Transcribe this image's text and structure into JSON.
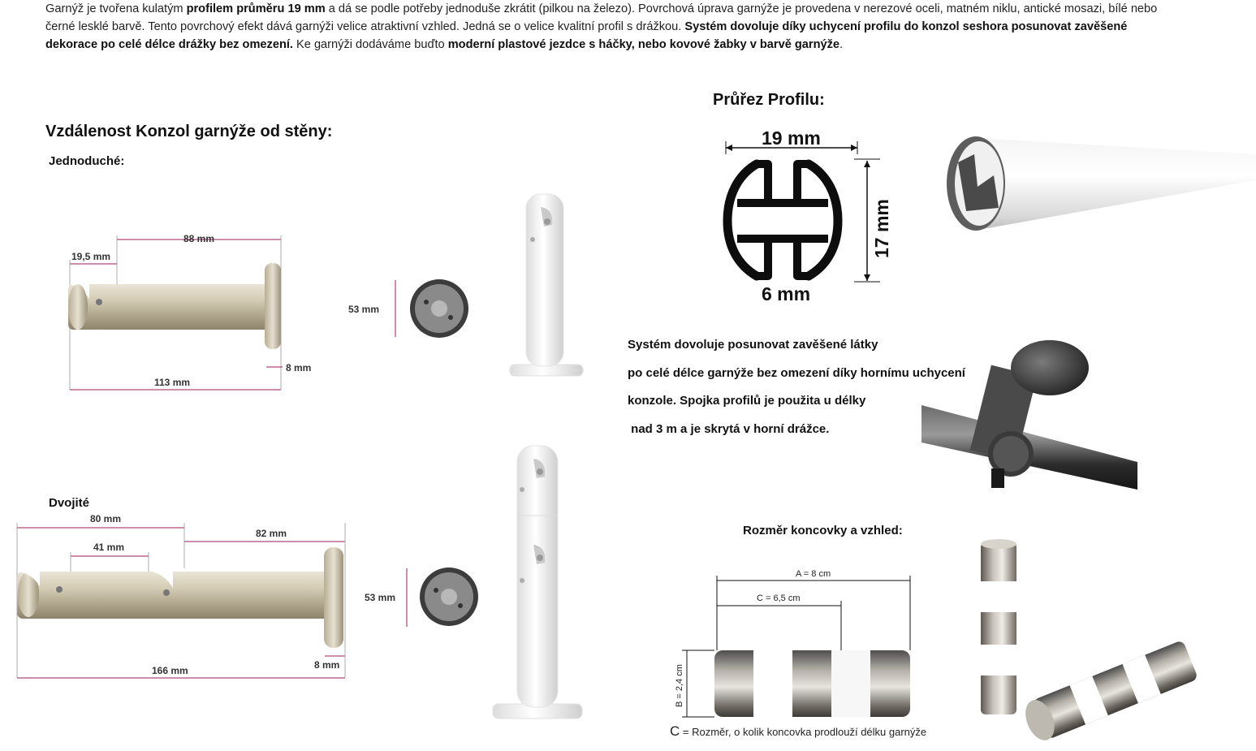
{
  "intro": {
    "p1": "Garnýž je tvořena kulatým ",
    "b1": "profilem průměru 19 mm",
    "p2": " a dá se podle potřeby jednoduše zkrátit (pilkou na železo). Povrchová úprava garnýže je provedena v nerezové oceli, matném niklu, antické mosazi, bílé nebo černé lesklé barvě. Tento povrchový efekt dává garnýži velice atraktivní vzhled. Jedná se o velice kvalitní profil s drážkou. ",
    "b2": "Systém dovoluje díky uchycení profilu do konzol seshora posunovat zavěšené dekorace po celé délce drážky bez omezení.",
    "p3": " Ke garnýži dodáváme buďto ",
    "b3": "moderní plastové jezdce s háčky, nebo kovové žabky v barvě garnýže",
    "p4": "."
  },
  "distance": {
    "title": "Vzdálenost Konzol garnýže od stěny:",
    "single_label": "Jednoduché:",
    "double_label": "Dvojité",
    "single_dims": {
      "d1": "88 mm",
      "d2": "19,5 mm",
      "d3": "113 mm",
      "d4": "8 mm",
      "d5": "53 mm"
    },
    "double_dims": {
      "d1": "80 mm",
      "d2": "82 mm",
      "d3": "41 mm",
      "d4": "166 mm",
      "d5": "8 mm",
      "d6": "53 mm"
    }
  },
  "profile": {
    "title": "Průřez Profilu:",
    "width": "19 mm",
    "height": "17 mm",
    "slot": "6 mm"
  },
  "system": {
    "line1": "Systém dovoluje posunovat zavěšené látky",
    "line2": "po celé délce garnýže bez omezení díky hornímu uchycení",
    "line3": "konzole. Spojka profilů je použita u délky",
    "line4": " nad 3 m a je skrytá v horní drážce."
  },
  "endcap": {
    "title": "Rozměr koncovky a vzhled:",
    "a": "A = 8 cm",
    "c": "C = 6,5 cm",
    "b": "B = 2,4 cm",
    "caption_letter": "C",
    "caption_text": " = Rozměr, o kolik koncovka prodlouží délku garnýže"
  },
  "colors": {
    "accent_dim": "#a0185a",
    "satin": "#c8bfa8",
    "steel": "#6f6f6f"
  }
}
